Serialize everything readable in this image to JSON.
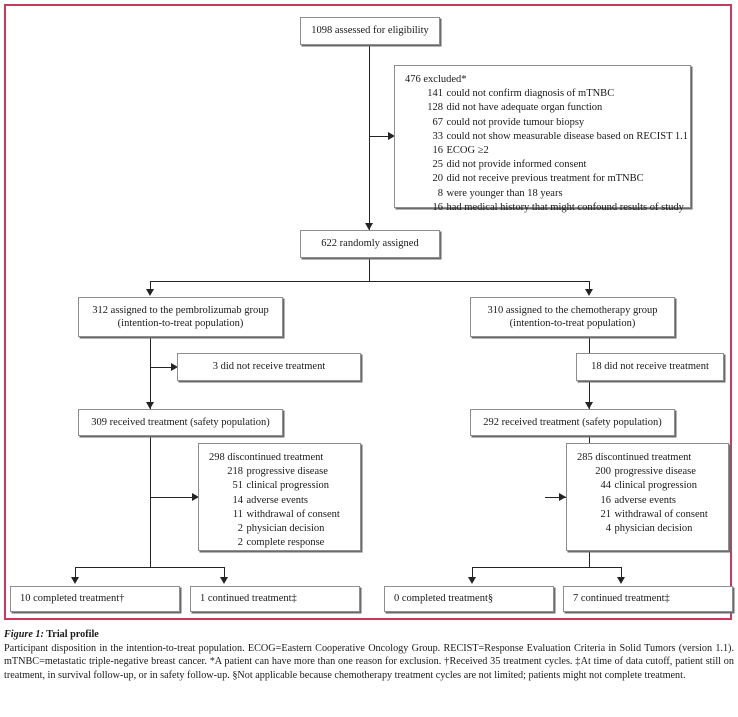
{
  "figure": {
    "frame_color": "#c8395c",
    "caption_label": "Figure 1:",
    "caption_title": " Trial profile",
    "caption_body": "Participant disposition in the intention-to-treat population. ECOG=Eastern Cooperative Oncology Group. RECIST=Response Evaluation Criteria in Solid Tumors (version 1.1). mTNBC=metastatic triple-negative breast cancer. *A patient can have more than one reason for exclusion. †Received 35 treatment cycles. ‡At time of data cutoff, patient still on treatment, in survival follow-up, or in safety follow-up. §Not applicable because chemotherapy treatment cycles are not limited; patients might not complete treatment."
  },
  "flow": {
    "enrollment": {
      "assessed": "1098 assessed for eligibility"
    },
    "excluded": {
      "header": "476 excluded*",
      "reasons": [
        {
          "n": "141",
          "text": "could not confirm diagnosis of mTNBC"
        },
        {
          "n": "128",
          "text": "did not have adequate organ function"
        },
        {
          "n": "67",
          "text": "could not provide tumour biopsy"
        },
        {
          "n": "33",
          "text": "could not show measurable disease based on RECIST 1.1"
        },
        {
          "n": "16",
          "text": "ECOG ≥2"
        },
        {
          "n": "25",
          "text": "did not provide informed consent"
        },
        {
          "n": "20",
          "text": "did not receive previous treatment for mTNBC"
        },
        {
          "n": "8",
          "text": "were younger than 18 years"
        },
        {
          "n": "16",
          "text": "had medical history that might confound results of study"
        }
      ]
    },
    "randomized": {
      "label": "622 randomly assigned"
    },
    "arms": {
      "pembrolizumab": {
        "assigned_line1": "312 assigned to the pembrolizumab group",
        "assigned_line2": "(intention-to-treat population)",
        "not_received": "3 did not receive treatment",
        "received": "309 received treatment (safety population)",
        "discontinued_header": "298 discontinued treatment",
        "discontinued_reasons": [
          {
            "n": "218",
            "text": "progressive disease"
          },
          {
            "n": "51",
            "text": "clinical progression"
          },
          {
            "n": "14",
            "text": "adverse events"
          },
          {
            "n": "11",
            "text": "withdrawal of consent"
          },
          {
            "n": "2",
            "text": "physician decision"
          },
          {
            "n": "2",
            "text": "complete response"
          }
        ],
        "completed": "10 completed treatment†",
        "continued": "1 continued treatment‡"
      },
      "chemotherapy": {
        "assigned_line1": "310 assigned to the chemotherapy group",
        "assigned_line2": "(intention-to-treat population)",
        "not_received": "18 did not receive treatment",
        "received": "292 received treatment (safety population)",
        "discontinued_header": "285 discontinued treatment",
        "discontinued_reasons": [
          {
            "n": "200",
            "text": "progressive disease"
          },
          {
            "n": "44",
            "text": "clinical progression"
          },
          {
            "n": "16",
            "text": "adverse events"
          },
          {
            "n": "21",
            "text": "withdrawal of consent"
          },
          {
            "n": "4",
            "text": "physician decision"
          }
        ],
        "completed": "0 completed treatment§",
        "continued": "7 continued treatment‡"
      }
    }
  }
}
